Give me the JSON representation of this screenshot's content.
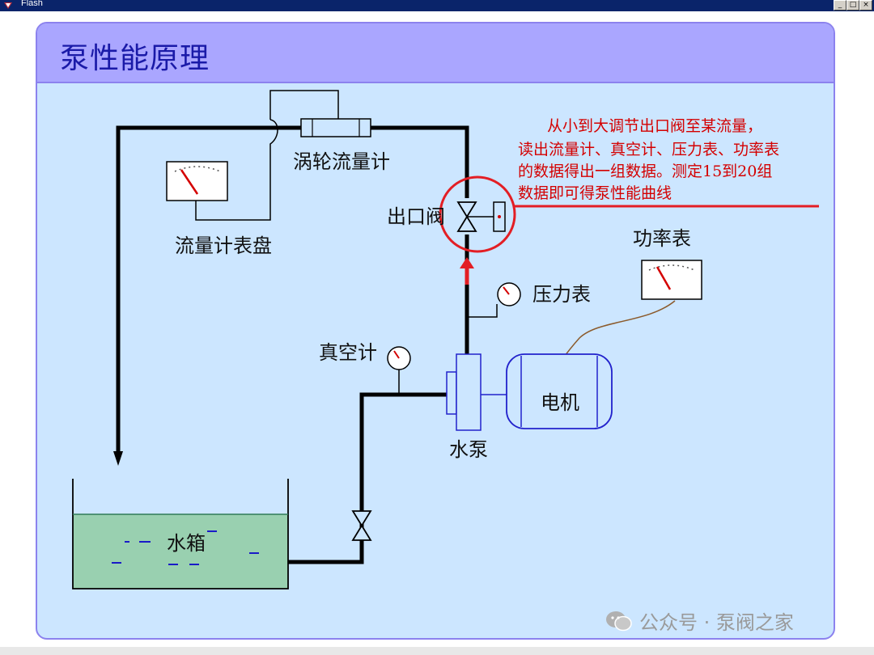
{
  "window": {
    "app_name": "Flash",
    "buttons": [
      "_",
      "□",
      "×"
    ]
  },
  "slide": {
    "title": "泵性能原理"
  },
  "labels": {
    "turbine_flowmeter": "涡轮流量计",
    "flowmeter_dial": "流量计表盘",
    "outlet_valve": "出口阀",
    "pressure_gauge": "压力表",
    "power_meter": "功率表",
    "vacuum_gauge": "真空计",
    "motor": "电机",
    "pump": "水泵",
    "tank": "水箱"
  },
  "note": {
    "lines": [
      "从小到大调节出口阀至某流量，",
      "读出流量计、真空计、压力表、功率表",
      "的数据得出一组数据。测定15到20组",
      "数据即可得泵性能曲线"
    ]
  },
  "watermark": {
    "text": "公众号 · 泵阀之家"
  },
  "colors": {
    "title_bar": "#0a246a",
    "slide_background": "#cce6ff",
    "header_background": "#aaa6ff",
    "title_text": "#1a1aa8",
    "diagram_blue": "#2222cc",
    "annotation_red": "#d40000",
    "water": "#99d0b0"
  }
}
